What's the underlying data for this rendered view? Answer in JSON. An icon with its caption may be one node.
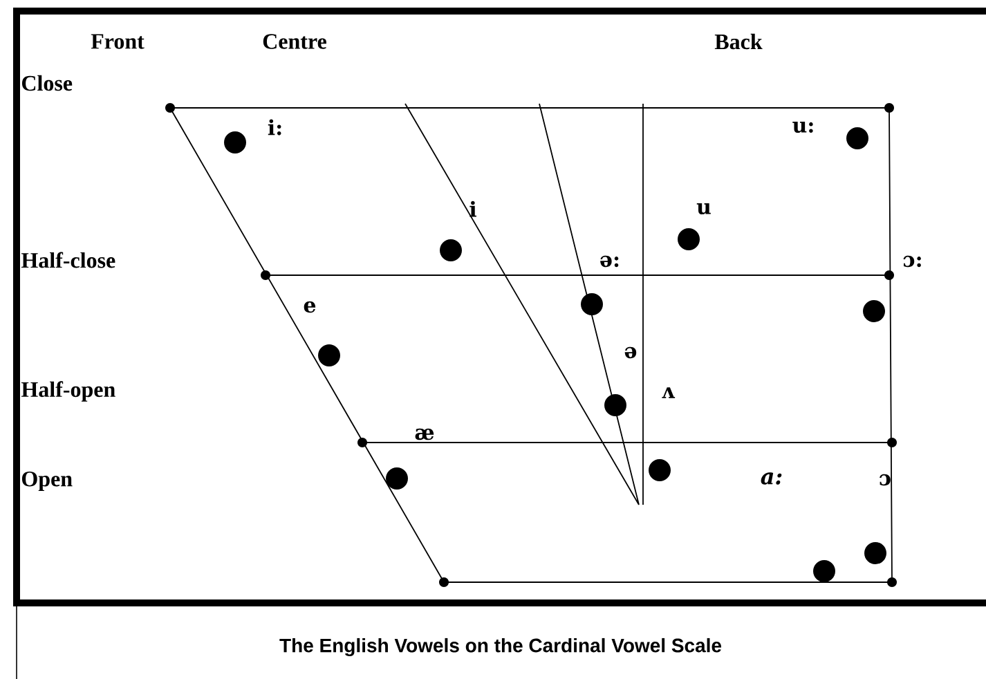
{
  "diagram": {
    "caption": "The English Vowels on the Cardinal Vowel Scale",
    "labels": [
      "Front",
      "Centre",
      "Back",
      "Close",
      "i:",
      "u:",
      "i",
      "u",
      "Half-close",
      "ə:",
      "ɔ:",
      "e",
      "ə",
      "Half-open",
      "ʌ",
      "æ",
      "Open",
      "a:",
      "ɔ"
    ]
  }
}
